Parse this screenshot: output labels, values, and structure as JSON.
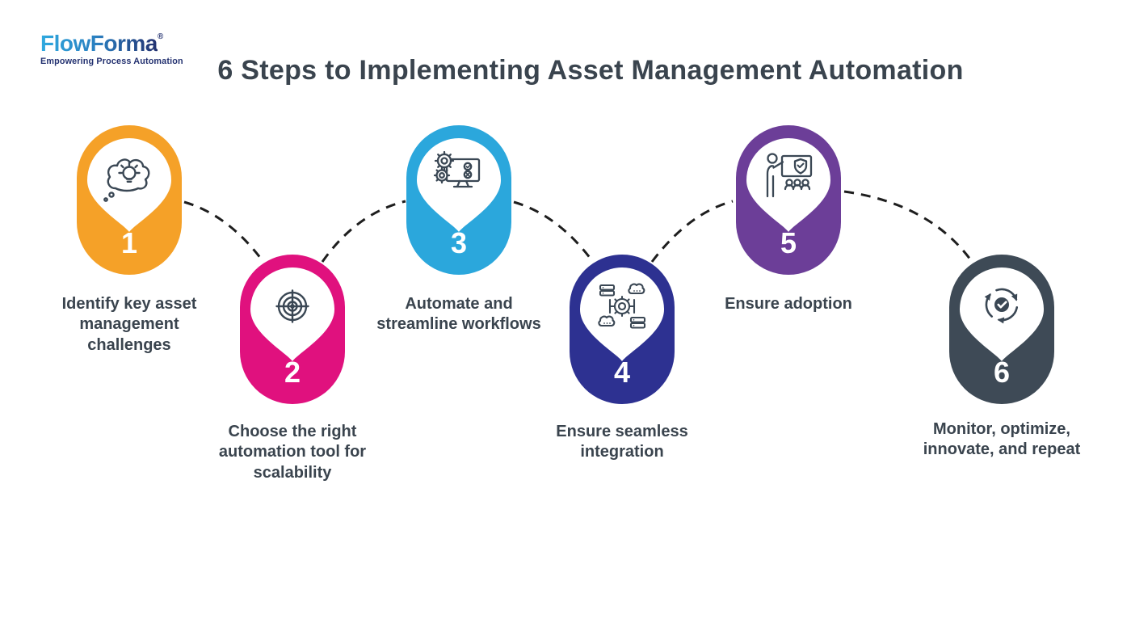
{
  "logo": {
    "brand": "FlowForma",
    "registered": "®",
    "tagline": "Empowering Process Automation"
  },
  "title": "6 Steps to Implementing Asset Management Automation",
  "connector": {
    "color": "#1E1E1E",
    "style": "dashed"
  },
  "text_color": "#3A444E",
  "steps": [
    {
      "number": "1",
      "color": "#F5A128",
      "icon": "thought-bulb-icon",
      "label": "Identify key asset management challenges",
      "lines": [
        "Identify key asset",
        "management",
        "challenges"
      ]
    },
    {
      "number": "2",
      "color": "#E0117E",
      "icon": "target-icon",
      "label": "Choose the right automation tool for scalability",
      "lines": [
        "Choose the right",
        "automation tool for",
        "scalability"
      ]
    },
    {
      "number": "3",
      "color": "#2BA7DC",
      "icon": "gears-monitor-icon",
      "label": "Automate and streamline workflows",
      "lines": [
        "Automate and",
        "streamline workflows"
      ]
    },
    {
      "number": "4",
      "color": "#2D3191",
      "icon": "integration-icon",
      "label": "Ensure seamless integration",
      "lines": [
        "Ensure seamless",
        "integration"
      ]
    },
    {
      "number": "5",
      "color": "#6C3E98",
      "icon": "adoption-icon",
      "label": "Ensure adoption",
      "lines": [
        "Ensure adoption"
      ]
    },
    {
      "number": "6",
      "color": "#3E4A56",
      "icon": "cycle-icon",
      "label": "Monitor, optimize, innovate, and repeat",
      "lines": [
        "Monitor, optimize,",
        "innovate, and repeat"
      ]
    }
  ]
}
